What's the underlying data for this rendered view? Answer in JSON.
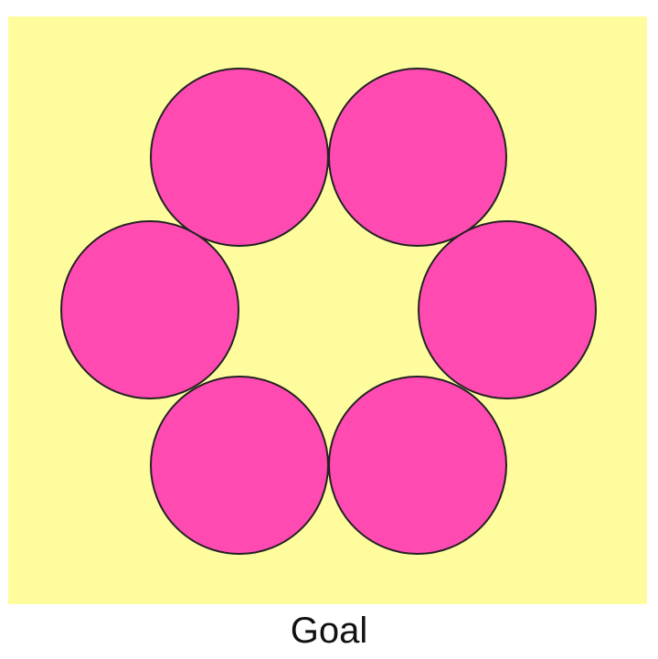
{
  "puzzle": {
    "caption": "Goal",
    "colors": {
      "background": "#FFFC9D",
      "piece_fill": "#FF4AB2",
      "piece_outline": "#222222"
    },
    "pieces": [
      {
        "shape": "circle",
        "name": "circle-top-left"
      },
      {
        "shape": "circle",
        "name": "circle-top-right"
      },
      {
        "shape": "circle",
        "name": "circle-middle-left"
      },
      {
        "shape": "circle",
        "name": "circle-middle-right"
      },
      {
        "shape": "circle",
        "name": "circle-bottom-left"
      },
      {
        "shape": "circle",
        "name": "circle-bottom-right"
      }
    ]
  }
}
